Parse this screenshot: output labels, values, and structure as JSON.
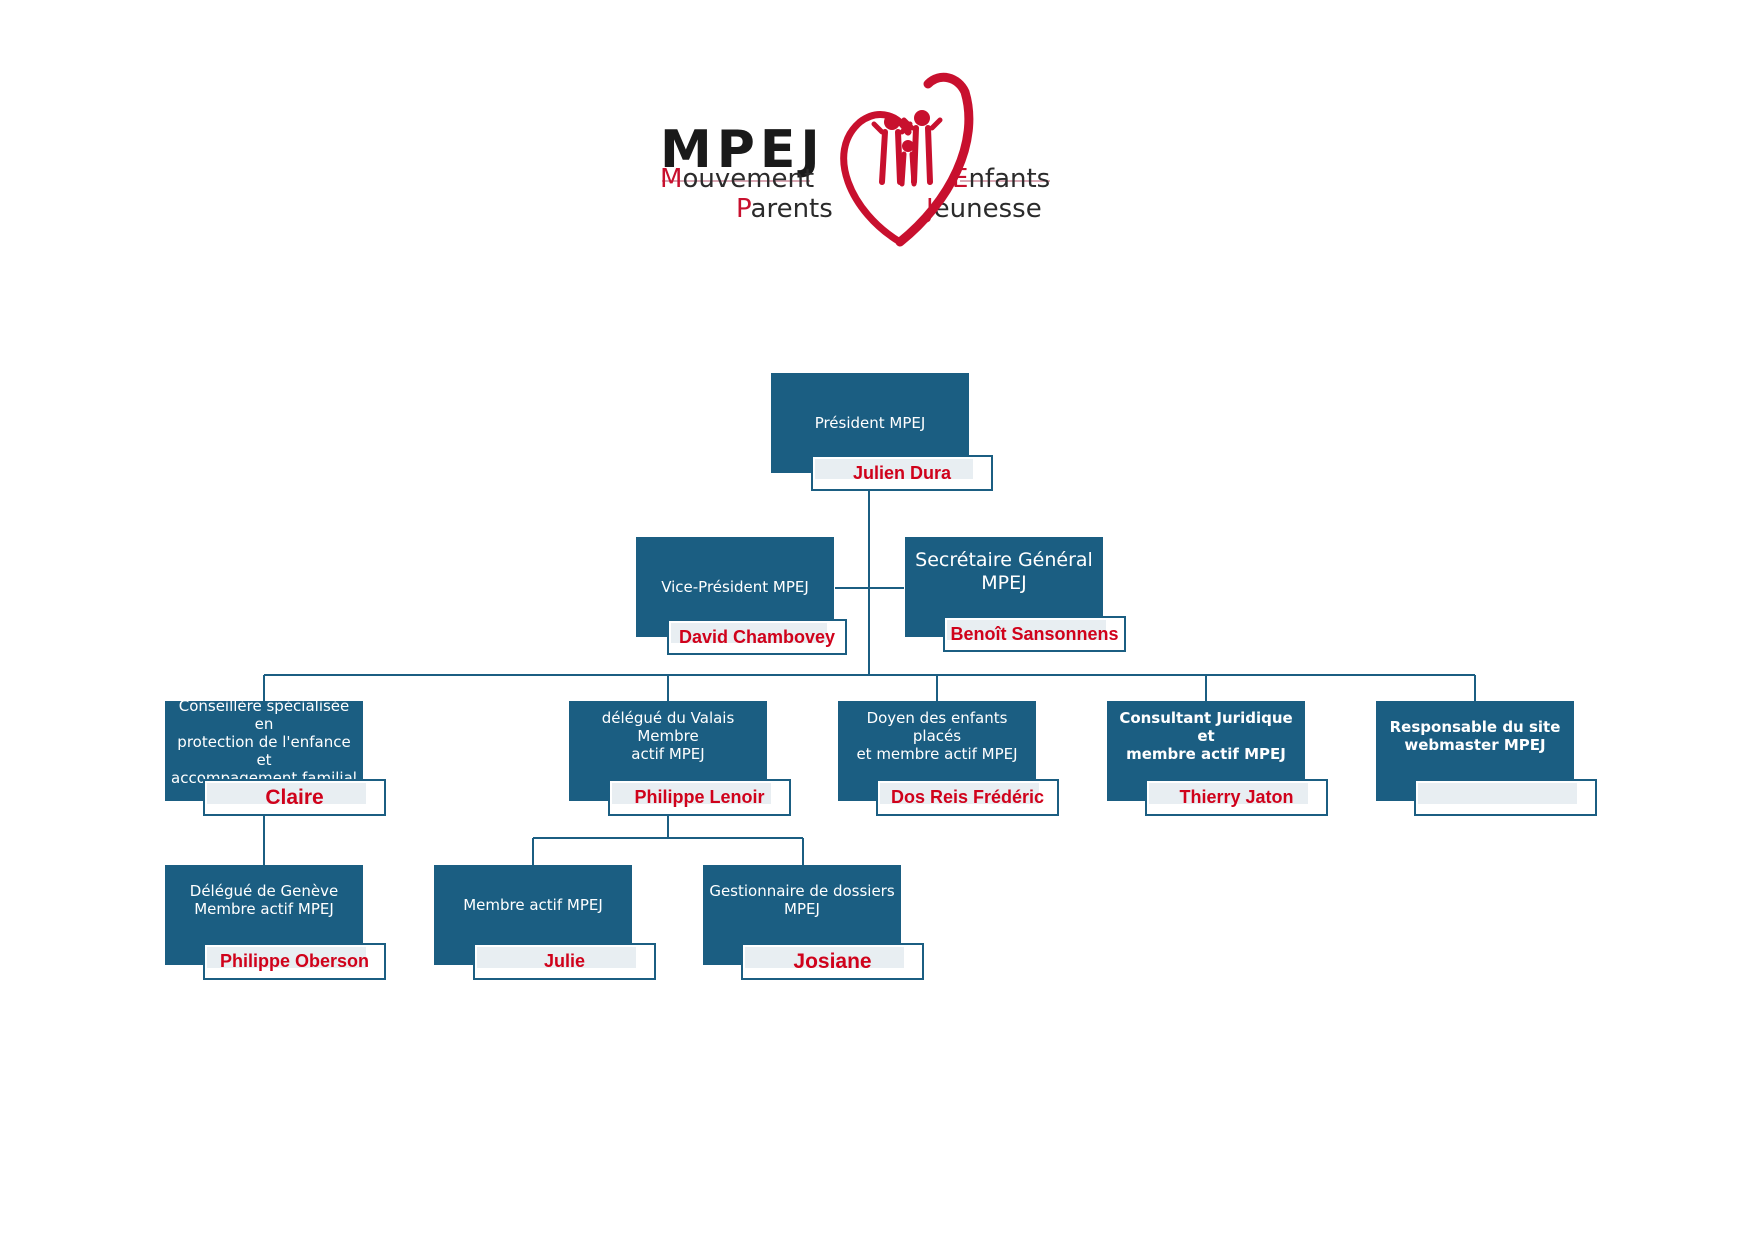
{
  "logo": {
    "mark": "MPEJ",
    "words": {
      "mouvement": {
        "initial": "M",
        "rest": "ouvement"
      },
      "parents": {
        "initial": "P",
        "rest": "arents"
      },
      "enfants": {
        "initial": "E",
        "rest": "nfants"
      },
      "jeunesse": {
        "initial": "J",
        "rest": "eunesse"
      }
    }
  },
  "colors": {
    "box": "#1b5e82",
    "name_text": "#d0021b",
    "line": "#1b5e82",
    "logo_red": "#c8102e"
  },
  "org": {
    "president": {
      "role": "Président MPEJ",
      "name": "Julien Dura"
    },
    "vice_president": {
      "role": "Vice-Président MPEJ",
      "name": "David Chambovey"
    },
    "secretary": {
      "role": "Secrétaire Général\nMPEJ",
      "name": "Benoît Sansonnens"
    },
    "conseillere": {
      "role": "Conseillère spécialisée en\nprotection de l'enfance et\naccompagement familial\nMPEJ",
      "name": "Claire"
    },
    "delegue_valais": {
      "role": "délégué du Valais Membre\nactif  MPEJ",
      "name": "Philippe Lenoir"
    },
    "doyen": {
      "role": "Doyen des enfants placés\net membre actif MPEJ",
      "name": "Dos Reis Frédéric"
    },
    "consultant": {
      "role": "Consultant Juridique et\nmembre actif MPEJ",
      "name": "Thierry Jaton"
    },
    "webmaster": {
      "role": "Responsable du site\nwebmaster MPEJ",
      "name": ""
    },
    "delegue_geneve": {
      "role": "Délégué de Genève\nMembre actif MPEJ",
      "name": "Philippe Oberson"
    },
    "membre_actif": {
      "role": "Membre actif MPEJ",
      "name": "Julie"
    },
    "gestionnaire": {
      "role": "Gestionnaire de dossiers\nMPEJ",
      "name": "Josiane"
    }
  }
}
